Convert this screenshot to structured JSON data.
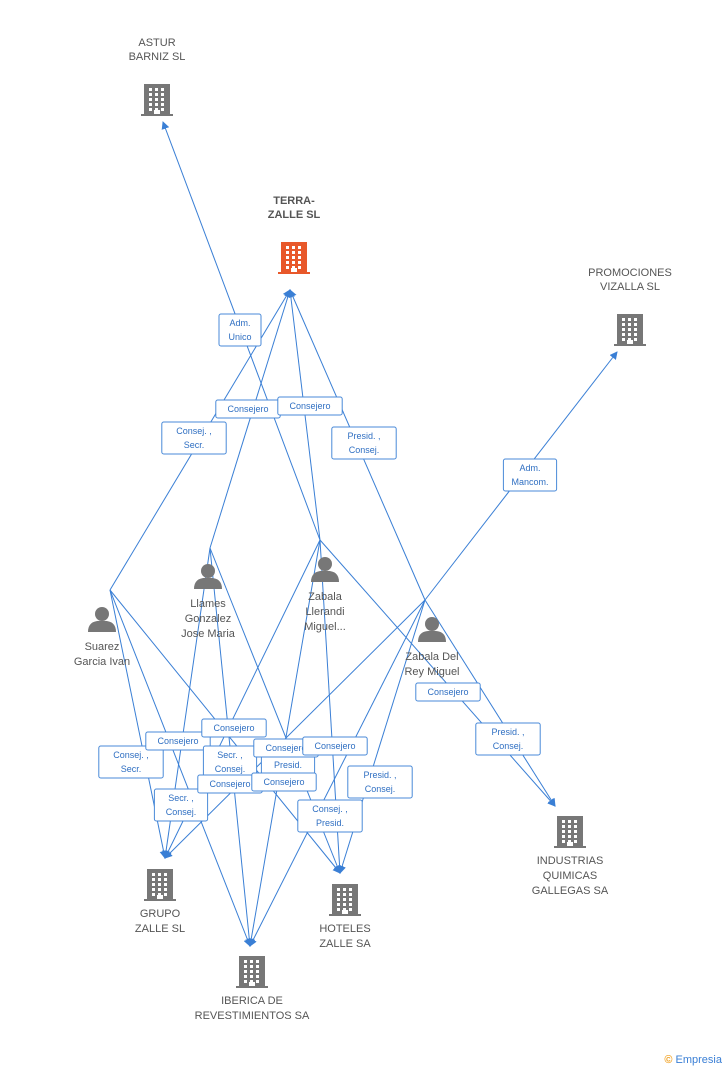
{
  "colors": {
    "edge": "#3a7fd5",
    "company": "#777777",
    "focus": "#e8582a",
    "person": "#777777"
  },
  "nodes": [
    {
      "id": "astur",
      "type": "company",
      "label": [
        "ASTUR",
        "BARNIZ SL"
      ]
    },
    {
      "id": "terra",
      "type": "focus",
      "label": [
        "TERRA-",
        "ZALLE SL"
      ]
    },
    {
      "id": "promo",
      "type": "company",
      "label": [
        "PROMOCIONES",
        "VIZALLA SL"
      ]
    },
    {
      "id": "llames",
      "type": "person",
      "label": [
        "Llames",
        "Gonzalez",
        "Jose Maria"
      ]
    },
    {
      "id": "zabala1",
      "type": "person",
      "label": [
        "Zabala",
        "Llerandi",
        "Miguel..."
      ]
    },
    {
      "id": "suarez",
      "type": "person",
      "label": [
        "Suarez",
        "Garcia Ivan"
      ]
    },
    {
      "id": "zabala2",
      "type": "person",
      "label": [
        "Zabala Del",
        "Rey Miguel"
      ]
    },
    {
      "id": "indus",
      "type": "company",
      "label": [
        "INDUSTRIAS",
        "QUIMICAS",
        "GALLEGAS SA"
      ]
    },
    {
      "id": "grupo",
      "type": "company",
      "label": [
        "GRUPO",
        "ZALLE SL"
      ]
    },
    {
      "id": "hoteles",
      "type": "company",
      "label": [
        "HOTELES",
        "ZALLE SA"
      ]
    },
    {
      "id": "iberica",
      "type": "company",
      "label": [
        "IBERICA DE",
        "REVESTIMIENTOS SA"
      ]
    }
  ],
  "edges": [
    {
      "from": "zabala1",
      "to": "astur",
      "label": [
        "Adm.",
        "Unico"
      ]
    },
    {
      "from": "suarez",
      "to": "terra",
      "label": [
        "Consej. ,",
        "Secr."
      ]
    },
    {
      "from": "llames",
      "to": "terra",
      "label": [
        "Consejero"
      ]
    },
    {
      "from": "zabala1",
      "to": "terra",
      "label": [
        "Consejero"
      ]
    },
    {
      "from": "zabala2",
      "to": "terra",
      "label": [
        "Presid. ,",
        "Consej."
      ]
    },
    {
      "from": "zabala2",
      "to": "promo",
      "label": [
        "Adm.",
        "Mancom."
      ]
    },
    {
      "from": "zabala1",
      "to": "indus",
      "label": [
        "Consejero"
      ]
    },
    {
      "from": "zabala2",
      "to": "indus",
      "label": [
        "Presid. ,",
        "Consej."
      ]
    },
    {
      "from": "suarez",
      "to": "grupo",
      "label": [
        "Consej. ,",
        "Secr."
      ]
    },
    {
      "from": "suarez",
      "to": "hoteles",
      "label": [
        "Consejero"
      ]
    },
    {
      "from": "llames",
      "to": "grupo",
      "label": [
        "Consejero"
      ]
    },
    {
      "from": "llames",
      "to": "iberica",
      "label": [
        "Secr. ,",
        "Consej."
      ]
    },
    {
      "from": "zabala1",
      "to": "grupo",
      "label": [
        "Secr. ,",
        "Consej."
      ]
    },
    {
      "from": "zabala1",
      "to": "iberica",
      "label": [
        "Consejero"
      ]
    },
    {
      "from": "zabala1",
      "to": "hoteles",
      "label": [
        "Presid."
      ]
    },
    {
      "from": "zabala2",
      "to": "grupo",
      "label": [
        "Consejero"
      ]
    },
    {
      "from": "zabala2",
      "to": "hoteles",
      "label": [
        "Presid. ,",
        "Consej."
      ]
    },
    {
      "from": "zabala2",
      "to": "iberica",
      "label": [
        "Consej. ,",
        "Presid."
      ]
    },
    {
      "from": "suarez",
      "to": "iberica",
      "label": [
        "Consejero"
      ]
    },
    {
      "from": "llames",
      "to": "hoteles",
      "label": [
        "Consejero"
      ]
    }
  ],
  "brand": {
    "symbol": "©",
    "text": "Empresia"
  }
}
